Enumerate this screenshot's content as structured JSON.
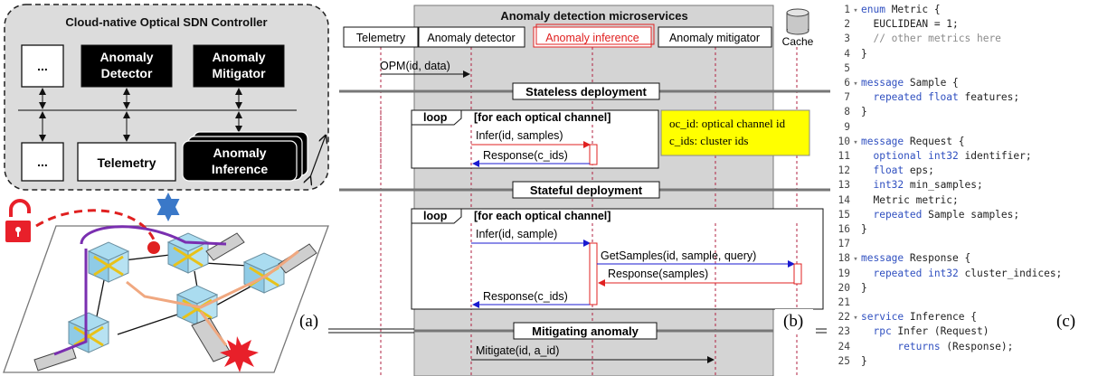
{
  "controller": {
    "title": "Cloud-native Optical SDN Controller",
    "blocks": {
      "more_top": "...",
      "anomaly_detector": [
        "Anomaly",
        "Detector"
      ],
      "anomaly_mitigator": [
        "Anomaly",
        "Mitigator"
      ],
      "more_bottom": "...",
      "telemetry": "Telemetry",
      "anomaly_inference": [
        "Anomaly",
        "Inference"
      ]
    }
  },
  "sequence": {
    "frame_title": "Anomaly detection microservices",
    "participants": [
      "Telemetry",
      "Anomaly detector",
      "Anomaly inference",
      "Anomaly mitigator"
    ],
    "cache_label": "Cache",
    "opm_message": "OPM(id, data)",
    "stateless": {
      "title": "Stateless deployment",
      "loop_label": "loop",
      "loop_condition": "[for each optical channel]",
      "messages": [
        "Infer(id, samples)",
        "Response(c_ids)"
      ]
    },
    "note": [
      "oc_id: optical channel id",
      "c_ids: cluster ids"
    ],
    "stateful": {
      "title": "Stateful deployment",
      "loop_label": "loop",
      "loop_condition": "[for each optical channel]",
      "messages": [
        "Infer(id, sample)",
        "GetSamples(id, sample, query)",
        "Response(samples)",
        "Response(c_ids)"
      ]
    },
    "mitigating": {
      "title": "Mitigating anomaly",
      "message": "Mitigate(id, a_id)"
    }
  },
  "code_listing": [
    {
      "n": "1",
      "fold": true,
      "parts": [
        [
          "kw",
          "enum"
        ],
        [
          "",
          " Metric {"
        ]
      ]
    },
    {
      "n": "2",
      "fold": false,
      "parts": [
        [
          "",
          "  EUCLIDEAN = 1;"
        ]
      ]
    },
    {
      "n": "3",
      "fold": false,
      "parts": [
        [
          "cm",
          "  // other metrics here"
        ]
      ]
    },
    {
      "n": "4",
      "fold": false,
      "parts": [
        [
          "",
          "}"
        ]
      ]
    },
    {
      "n": "5",
      "fold": false,
      "parts": []
    },
    {
      "n": "6",
      "fold": true,
      "parts": [
        [
          "kw",
          "message"
        ],
        [
          "",
          " Sample {"
        ]
      ]
    },
    {
      "n": "7",
      "fold": false,
      "parts": [
        [
          "kw",
          "  repeated float"
        ],
        [
          "",
          " features;"
        ]
      ]
    },
    {
      "n": "8",
      "fold": false,
      "parts": [
        [
          "",
          "}"
        ]
      ]
    },
    {
      "n": "9",
      "fold": false,
      "parts": []
    },
    {
      "n": "10",
      "fold": true,
      "parts": [
        [
          "kw",
          "message"
        ],
        [
          "",
          " Request {"
        ]
      ]
    },
    {
      "n": "11",
      "fold": false,
      "parts": [
        [
          "kw",
          "  optional int32"
        ],
        [
          "",
          " identifier;"
        ]
      ]
    },
    {
      "n": "12",
      "fold": false,
      "parts": [
        [
          "kw",
          "  float"
        ],
        [
          "",
          " eps;"
        ]
      ]
    },
    {
      "n": "13",
      "fold": false,
      "parts": [
        [
          "kw",
          "  int32"
        ],
        [
          "",
          " min_samples;"
        ]
      ]
    },
    {
      "n": "14",
      "fold": false,
      "parts": [
        [
          "",
          "  Metric metric;"
        ]
      ]
    },
    {
      "n": "15",
      "fold": false,
      "parts": [
        [
          "kw",
          "  repeated"
        ],
        [
          "",
          " Sample samples;"
        ]
      ]
    },
    {
      "n": "16",
      "fold": false,
      "parts": [
        [
          "",
          "}"
        ]
      ]
    },
    {
      "n": "17",
      "fold": false,
      "parts": []
    },
    {
      "n": "18",
      "fold": true,
      "parts": [
        [
          "kw",
          "message"
        ],
        [
          "",
          " Response {"
        ]
      ]
    },
    {
      "n": "19",
      "fold": false,
      "parts": [
        [
          "kw",
          "  repeated int32"
        ],
        [
          "",
          " cluster_indices;"
        ]
      ]
    },
    {
      "n": "20",
      "fold": false,
      "parts": [
        [
          "",
          "}"
        ]
      ]
    },
    {
      "n": "21",
      "fold": false,
      "parts": []
    },
    {
      "n": "22",
      "fold": true,
      "parts": [
        [
          "kw",
          "service"
        ],
        [
          "",
          " Inference {"
        ]
      ]
    },
    {
      "n": "23",
      "fold": false,
      "parts": [
        [
          "kw",
          "  rpc"
        ],
        [
          "",
          " Infer (Request)"
        ]
      ]
    },
    {
      "n": "24",
      "fold": false,
      "parts": [
        [
          "kw",
          "      returns"
        ],
        [
          "",
          " (Response);"
        ]
      ]
    },
    {
      "n": "25",
      "fold": false,
      "parts": [
        [
          "",
          "}"
        ]
      ]
    }
  ],
  "panel_labels": {
    "a": "(a)",
    "b": "(b)",
    "c": "(c)"
  },
  "colors": {
    "inference_red": "#e02020",
    "arrow_blue": "#1a1ad0",
    "note_yellow": "#ffff00",
    "frame_gray": "#d4d4d4",
    "controller_gray": "#dcdcdc",
    "lifeline": "#b02040"
  }
}
